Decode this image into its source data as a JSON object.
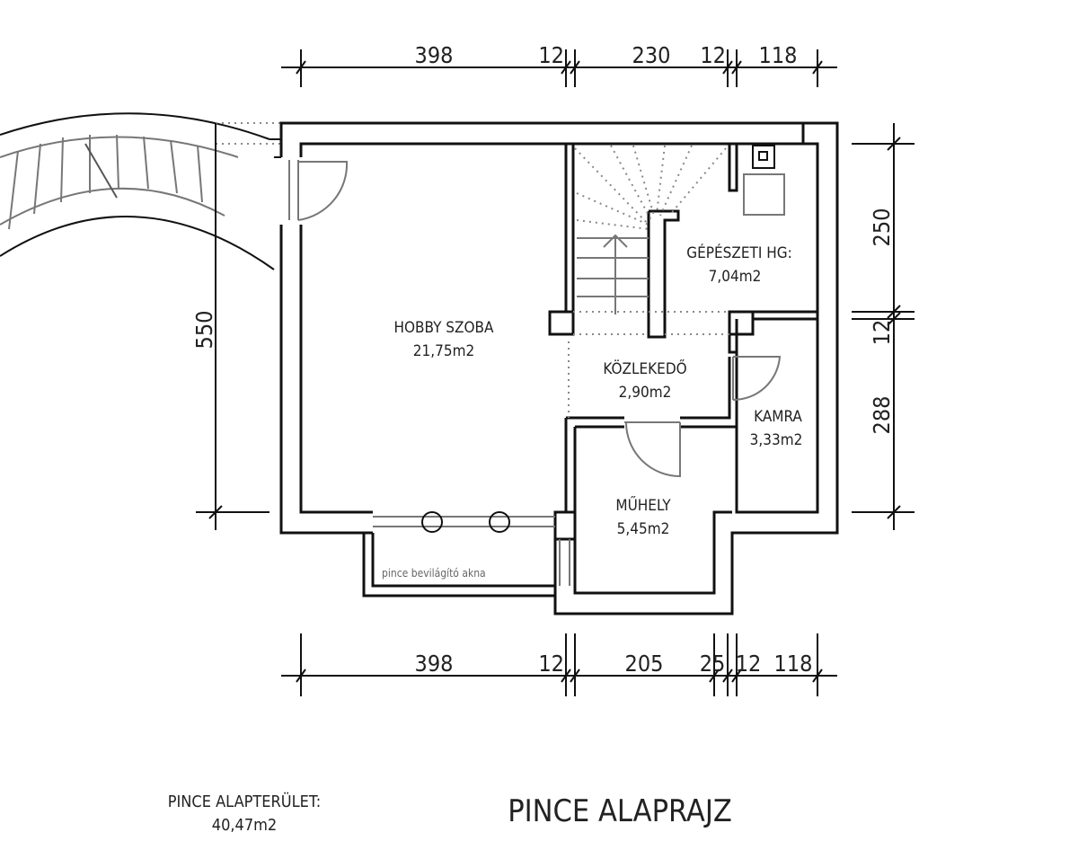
{
  "top_dimensions": [
    "398",
    "12",
    "230",
    "12",
    "118"
  ],
  "bottom_dimensions": [
    "398",
    "12",
    "205",
    "25",
    "12",
    "118"
  ],
  "left_dimension": "550",
  "right_dimensions": [
    "250",
    "12",
    "288"
  ],
  "rooms": [
    {
      "name": "HOBBY SZOBA",
      "area": "21,75m2"
    },
    {
      "name": "GÉPÉSZETI HG:",
      "area": "7,04m2"
    },
    {
      "name": "KÖZLEKEDŐ",
      "area": "2,90m2"
    },
    {
      "name": "KAMRA",
      "area": "3,33m2"
    },
    {
      "name": "MŰHELY",
      "area": "5,45m2"
    }
  ],
  "lightwell_label": "pince bevilágító akna",
  "summary": {
    "label": "PINCE ALAPTERÜLET:",
    "value": "40,47m2"
  },
  "title": "PINCE ALAPRAJZ"
}
